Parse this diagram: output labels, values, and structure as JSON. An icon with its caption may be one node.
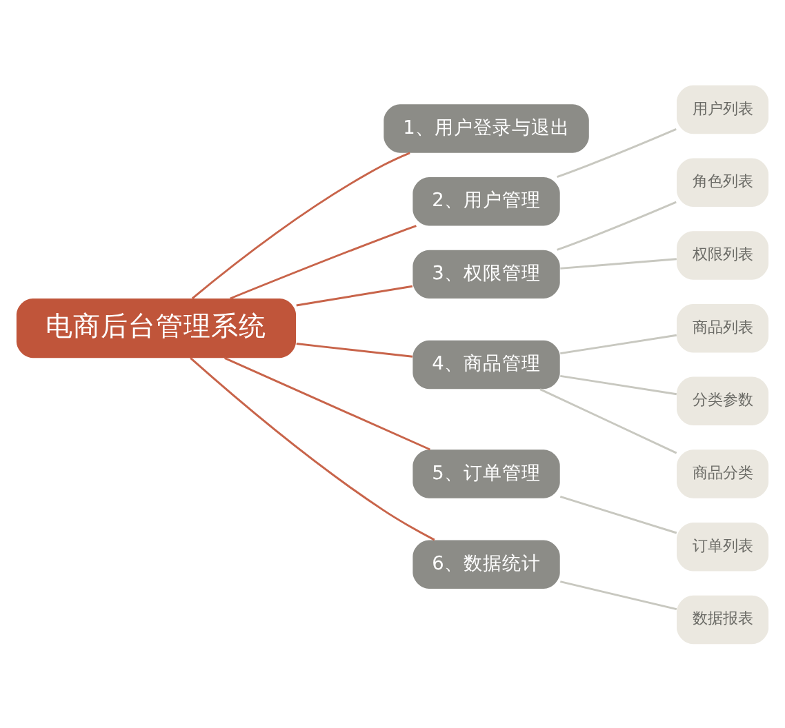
{
  "diagram": {
    "nodes": [
      {
        "text": [
          "电商后台管理系统"
        ]
      },
      {
        "text": [
          "1、用户登录与退出"
        ]
      },
      {
        "text": [
          "2、用户管理"
        ]
      },
      {
        "text": [
          "用户列表"
        ]
      },
      {
        "text": [
          "3、权限管理"
        ]
      },
      {
        "text": [
          "角色列表"
        ]
      },
      {
        "text": [
          "权限列表"
        ]
      },
      {
        "text": [
          "4、商品管理"
        ]
      },
      {
        "text": [
          "商品列表"
        ]
      },
      {
        "text": [
          "分类参数"
        ]
      },
      {
        "text": [
          "商品分类"
        ]
      },
      {
        "text": [
          "5、订单管理"
        ]
      },
      {
        "text": [
          "订单列表"
        ]
      },
      {
        "text": [
          "6、数据统计"
        ]
      },
      {
        "text": [
          "数据报表"
        ]
      }
    ],
    "edges": [
      {
        "from": 0,
        "to": 1,
        "arrow": "none",
        "color": "#c8644a"
      },
      {
        "from": 0,
        "to": 2,
        "arrow": "none",
        "color": "#c8644a"
      },
      {
        "from": 2,
        "to": 3,
        "arrow": "none"
      },
      {
        "from": 0,
        "to": 4,
        "arrow": "none",
        "color": "#c8644a"
      },
      {
        "from": 4,
        "to": 5,
        "arrow": "none"
      },
      {
        "from": 4,
        "to": 6,
        "arrow": "none"
      },
      {
        "from": 0,
        "to": 7,
        "arrow": "none",
        "color": "#c8644a"
      },
      {
        "from": 7,
        "to": 8,
        "arrow": "none"
      },
      {
        "from": 7,
        "to": 9,
        "arrow": "none"
      },
      {
        "from": 7,
        "to": 10,
        "arrow": "none"
      },
      {
        "from": 0,
        "to": 11,
        "arrow": "none",
        "color": "#c8644a"
      },
      {
        "from": 11,
        "to": 12,
        "arrow": "none"
      },
      {
        "from": 0,
        "to": 13,
        "arrow": "none",
        "color": "#c8644a"
      },
      {
        "from": 13,
        "to": 14,
        "arrow": "none"
      }
    ]
  }
}
